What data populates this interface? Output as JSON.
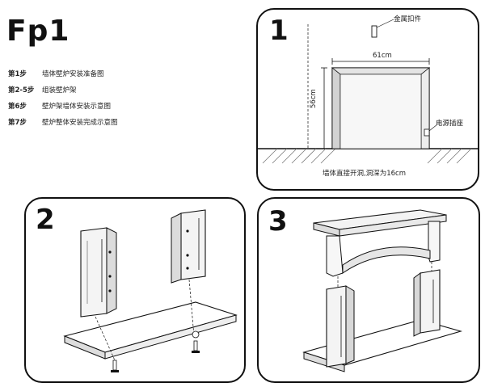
{
  "title": "Fp1",
  "steps": [
    {
      "key": "第1步",
      "text": "墙体壁炉安装准备图"
    },
    {
      "key": "第2-5步",
      "text": "组装壁炉架"
    },
    {
      "key": "第6步",
      "text": "壁炉架墙体安装示意图"
    },
    {
      "key": "第7步",
      "text": "壁炉整体安装完成示意图"
    }
  ],
  "panel1": {
    "number": "1",
    "fastener_label": "金属扣件",
    "width_label": "61cm",
    "height_label": "56cm",
    "socket_label": "电源插座",
    "caption": "墙体直接开洞,洞深为16cm"
  },
  "panel2": {
    "number": "2"
  },
  "panel3": {
    "number": "3"
  }
}
